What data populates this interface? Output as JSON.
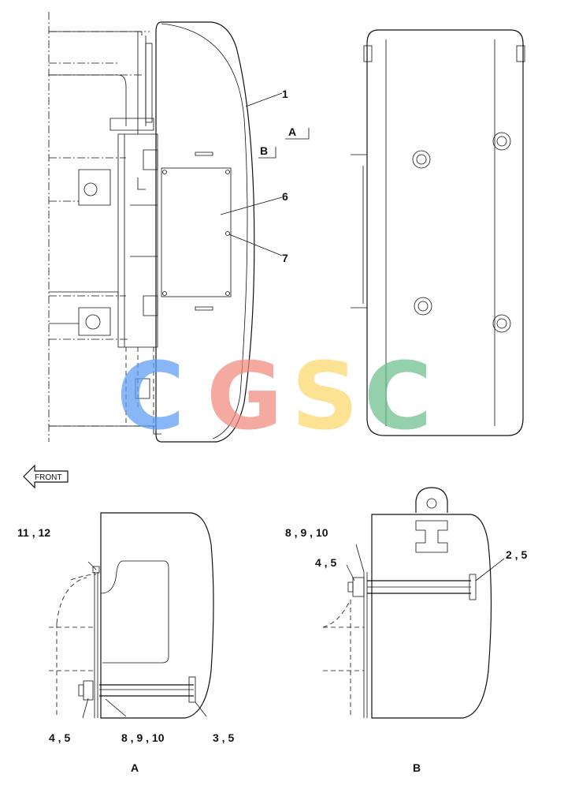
{
  "callouts": {
    "main": [
      "1",
      "6",
      "7"
    ],
    "section_marks": [
      "A",
      "B"
    ],
    "detail_a": [
      "11 , 12",
      "4 , 5",
      "8 , 9 , 10",
      "3 , 5"
    ],
    "detail_b": [
      "8 , 9 , 10",
      "4 , 5",
      "2 , 5"
    ]
  },
  "front_arrow_label": "FRONT",
  "view_labels": [
    "A",
    "B"
  ],
  "watermark": {
    "letters": [
      "C",
      "G",
      "S",
      "C"
    ],
    "colors": [
      "#5b9bf5",
      "#f08a7c",
      "#fbd86a",
      "#6dbf8e"
    ]
  },
  "colors": {
    "line": "#111111",
    "background": "#ffffff"
  }
}
